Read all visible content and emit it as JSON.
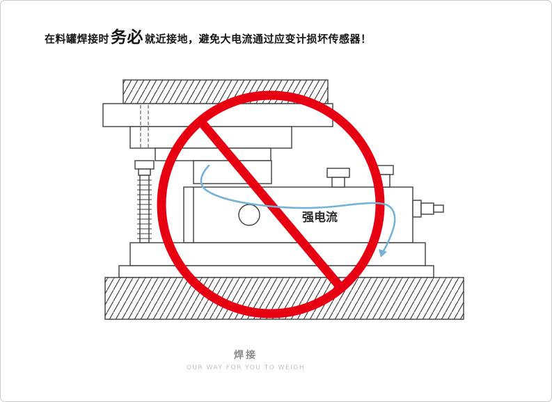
{
  "page": {
    "background": "#ffffff",
    "border_color": "#c9c9c9"
  },
  "warning": {
    "prefix": "在料罐焊接时",
    "emphasis": "务必",
    "suffix": "就近接地，避免大电流通过应变计损坏传感器！"
  },
  "diagram": {
    "current_label": "强电流",
    "prohibition_color": "#e60012",
    "current_color": "#74b3d6",
    "line_color": "#3c3c3c"
  },
  "footer": {
    "title": "焊接",
    "slogan": "OUR WAY FOR YOU TO WEIGH"
  }
}
